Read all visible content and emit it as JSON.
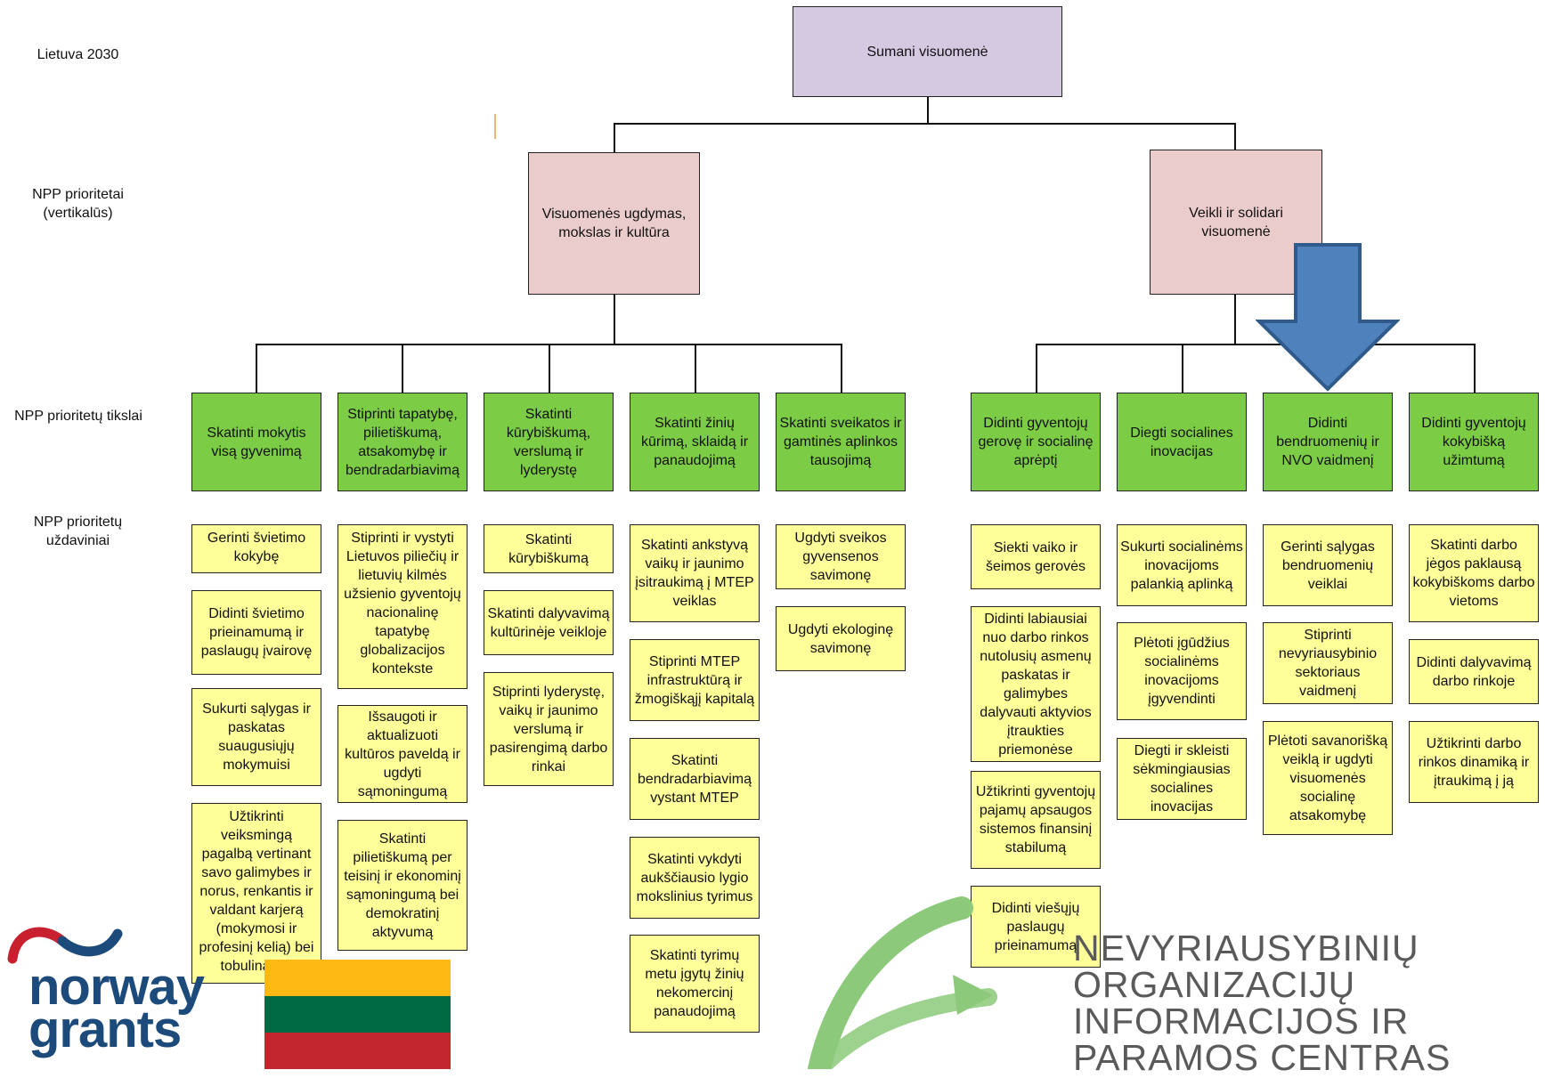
{
  "labels": {
    "lietuva": "Lietuva 2030",
    "priorities": "NPP prioritetai\n(vertikalūs)",
    "goals": "NPP prioritetų tikslai",
    "tasks": "NPP prioritetų\nuždaviniai"
  },
  "root": "Sumani visuomenė",
  "priorities": [
    "Visuomenės ugdymas, mokslas ir kultūra",
    "Veikli ir solidari visuomenė"
  ],
  "goals": [
    "Skatinti mokytis visą gyvenimą",
    "Stiprinti tapatybę, pilietiškumą, atsakomybę ir bendradarbiavimą",
    "Skatinti kūrybiškumą, verslumą ir lyderystę",
    "Skatinti žinių kūrimą, sklaidą ir panaudojimą",
    "Skatinti sveikatos ir gamtinės aplinkos tausojimą",
    "Didinti gyventojų gerovę ir socialinę aprėptį",
    "Diegti socialines inovacijas",
    "Didinti bendruomenių ir NVO vaidmenį",
    "Didinti gyventojų kokybišką užimtumą"
  ],
  "tasks": [
    [
      "Gerinti švietimo kokybę",
      "Didinti švietimo prieinamumą ir paslaugų įvairovę",
      "Sukurti sąlygas ir paskatas suaugusiųjų mokymuisi",
      "Užtikrinti veiksmingą pagalbą vertinant savo galimybes ir norus, renkantis ir valdant karjerą (mokymosi ir profesinį kelią) bei tobulinantis"
    ],
    [
      "Stiprinti ir vystyti Lietuvos piliečių ir lietuvių kilmės užsienio gyventojų nacionalinę tapatybę globalizacijos kontekste",
      "Išsaugoti ir aktualizuoti kultūros paveldą ir ugdyti sąmoningumą",
      "Skatinti pilietiškumą per teisinį ir ekonominį sąmoningumą bei demokratinį aktyvumą"
    ],
    [
      "Skatinti kūrybiškumą",
      "Skatinti dalyvavimą kultūrinėje veikloje",
      "Stiprinti lyderystę, vaikų ir jaunimo verslumą ir pasirengimą darbo rinkai"
    ],
    [
      "Skatinti ankstyvą vaikų ir jaunimo įsitraukimą į MTEP veiklas",
      "Stiprinti MTEP infrastruktūrą ir žmogiškąjį kapitalą",
      "Skatinti bendradarbiavimą vystant MTEP",
      "Skatinti vykdyti aukščiausio lygio mokslinius tyrimus",
      "Skatinti tyrimų metu įgytų žinių nekomercinį panaudojimą"
    ],
    [
      "Ugdyti sveikos gyvensenos savimonę",
      "Ugdyti ekologinę savimonę"
    ],
    [
      "Siekti vaiko ir šeimos gerovės",
      "Didinti labiausiai nuo darbo rinkos nutolusių asmenų paskatas ir galimybes dalyvauti aktyvios įtraukties priemonėse",
      "Užtikrinti gyventojų pajamų apsaugos sistemos finansinį stabilumą",
      "Didinti viešųjų paslaugų prieinamumą"
    ],
    [
      "Sukurti socialinėms inovacijoms palankią aplinką",
      "Plėtoti įgūdžius socialinėms inovacijoms įgyvendinti",
      "Diegti ir skleisti sėkmingiausias socialines inovacijas"
    ],
    [
      "Gerinti sąlygas bendruomenių veiklai",
      "Stiprinti nevyriausybinio sektoriaus vaidmenį",
      "Plėtoti savanorišką veiklą ir ugdyti visuomenės socialinę atsakomybę"
    ],
    [
      "Skatinti darbo jėgos paklausą kokybiškoms darbo vietoms",
      "Didinti dalyvavimą darbo rinkoje",
      "Užtikrinti darbo rinkos dinamiką ir įtraukimą į ją"
    ]
  ],
  "logos": {
    "norway_grants": "norway\ngrants",
    "ngo_centre": "NEVYRIAUSYBINIŲ\nORGANIZACIJŲ\nINFORMACIJOS IR\nPARAMOS CENTRAS"
  },
  "colors": {
    "root": "#d5c9e2",
    "priority": "#ebcccc",
    "goal": "#7ccc46",
    "task": "#ffff99",
    "arrow": "#4f81bd",
    "flag_yellow": "#fdb913",
    "flag_green": "#006a44",
    "flag_red": "#c1272d"
  }
}
